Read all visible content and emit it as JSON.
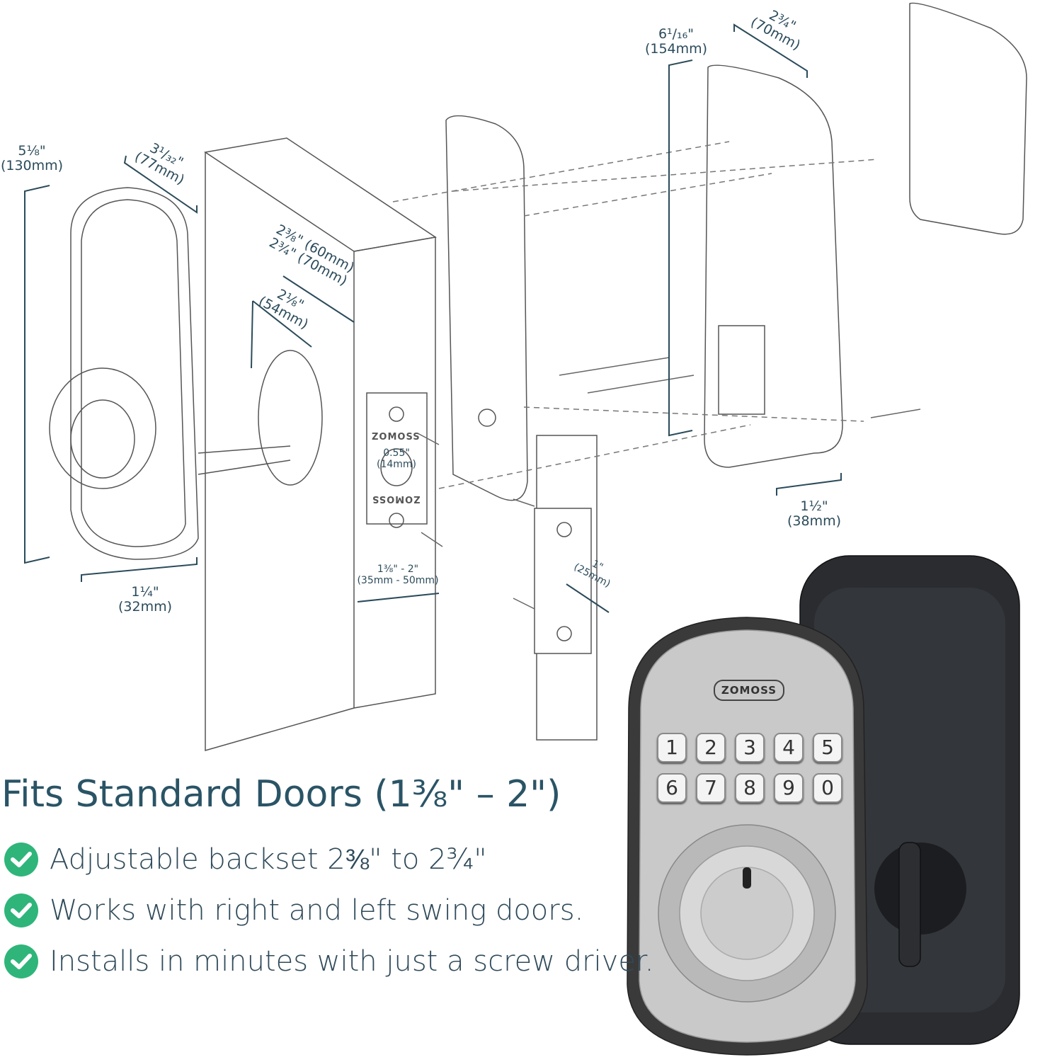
{
  "dimensions": {
    "lock_height": {
      "imperial": "5⅛\"",
      "metric": "(130mm)"
    },
    "lock_depth": {
      "imperial": "3¹/₃₂\"",
      "metric": "(77mm)"
    },
    "lock_thickness": {
      "imperial": "1¼\"",
      "metric": "(32mm)"
    },
    "backset_short": {
      "imperial": "2⅜\"",
      "metric": "(60mm)"
    },
    "backset_long": {
      "imperial": "2¾\"",
      "metric": "(70mm)"
    },
    "bore_hole": {
      "imperial": "2⅛\"",
      "metric": "(54mm)"
    },
    "bolt_hole": {
      "imperial": "0.55\"",
      "metric": "(14mm)"
    },
    "door_thickness": {
      "imperial": "1⅜\" - 2\"",
      "metric": "(35mm - 50mm)"
    },
    "strike_depth": {
      "imperial": "1\"",
      "metric": "(25mm)"
    },
    "interior_height": {
      "imperial": "6¹/₁₆\"",
      "metric": "(154mm)"
    },
    "interior_width": {
      "imperial": "2¾\"",
      "metric": "(70mm)"
    },
    "interior_depth": {
      "imperial": "1½\"",
      "metric": "(38mm)"
    }
  },
  "brand": "ZOMOSS",
  "keypad": [
    "1",
    "2",
    "3",
    "4",
    "5",
    "6",
    "7",
    "8",
    "9",
    "0"
  ],
  "heading": "Fits Standard Doors (1⅜\" – 2\")",
  "features": [
    "Adjustable backset 2⅜\" to 2¾\"",
    "Works with right and left swing doors.",
    "Installs in minutes with just a screw driver."
  ],
  "colors": {
    "heading": "#2a5466",
    "check": "#2fb57a",
    "dimension": "#2b4b5b"
  }
}
